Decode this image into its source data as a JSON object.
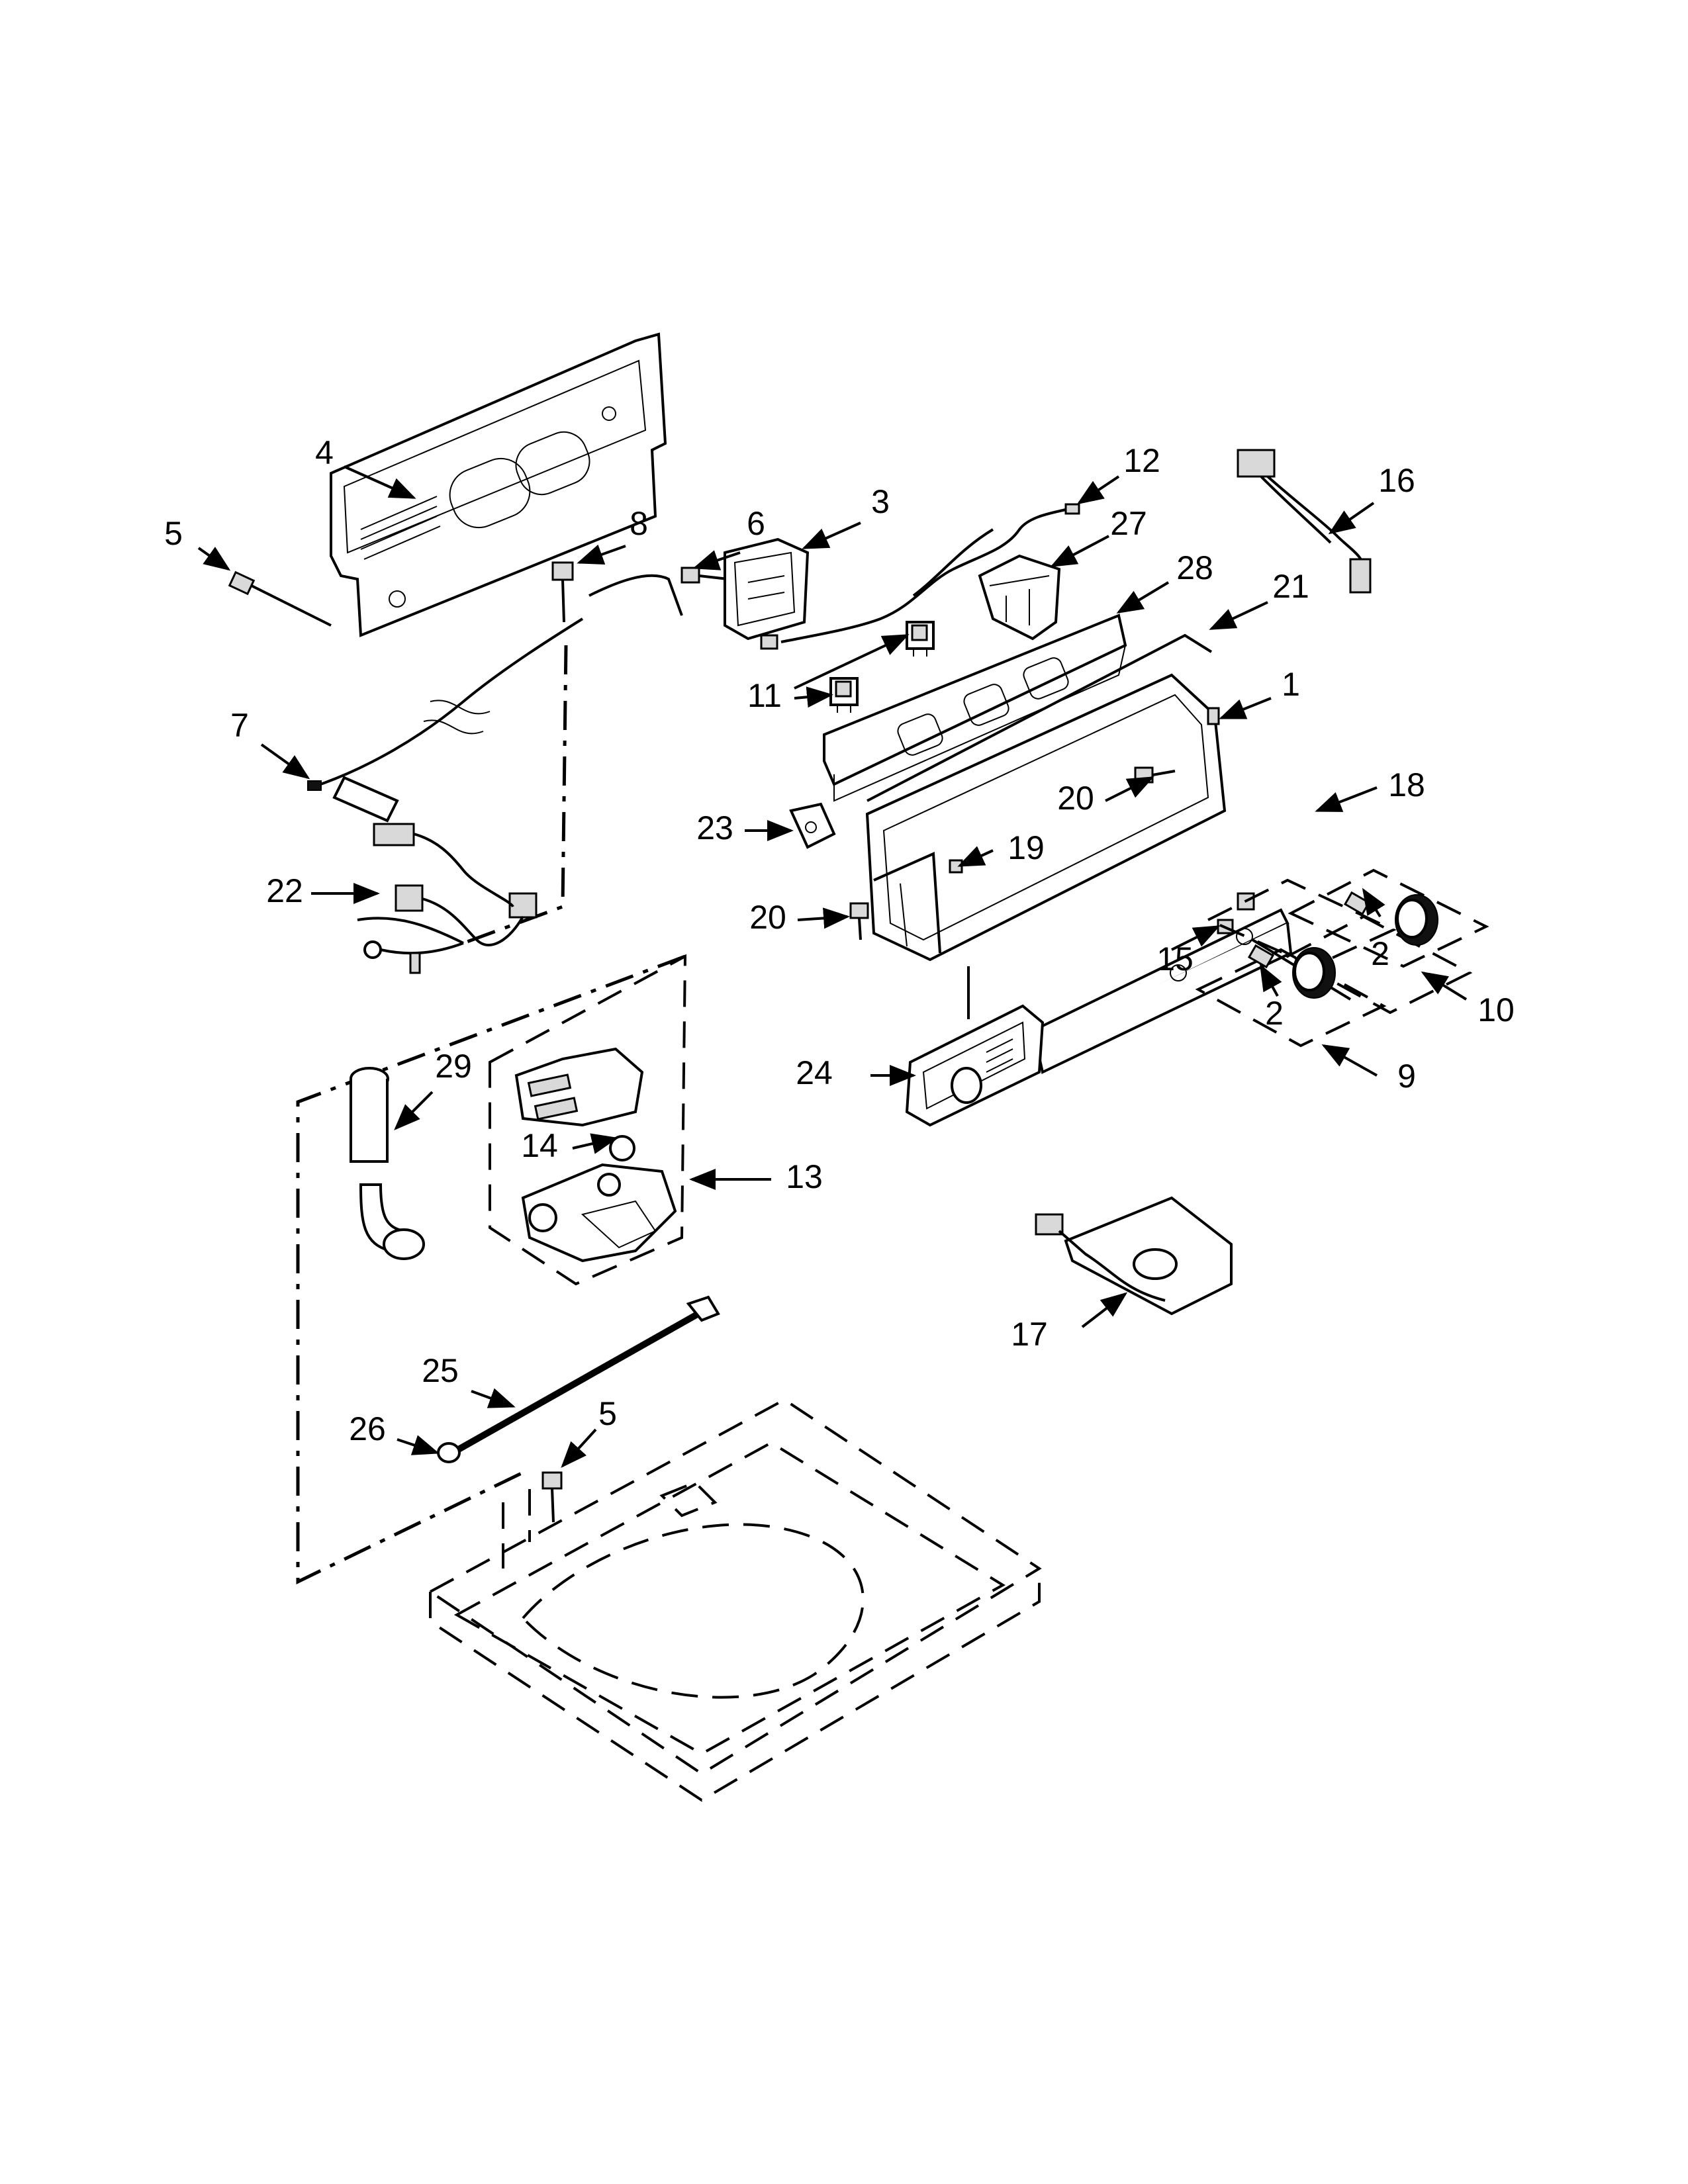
{
  "diagram": {
    "callouts": [
      {
        "text": "4"
      },
      {
        "text": "5"
      },
      {
        "text": "8"
      },
      {
        "text": "6"
      },
      {
        "text": "3"
      },
      {
        "text": "12"
      },
      {
        "text": "27"
      },
      {
        "text": "16"
      },
      {
        "text": "28"
      },
      {
        "text": "21"
      },
      {
        "text": "11"
      },
      {
        "text": "1"
      },
      {
        "text": "7"
      },
      {
        "text": "20"
      },
      {
        "text": "18"
      },
      {
        "text": "23"
      },
      {
        "text": "19"
      },
      {
        "text": "22"
      },
      {
        "text": "20"
      },
      {
        "text": "15"
      },
      {
        "text": "2"
      },
      {
        "text": "10"
      },
      {
        "text": "2"
      },
      {
        "text": "9"
      },
      {
        "text": "29"
      },
      {
        "text": "24"
      },
      {
        "text": "14"
      },
      {
        "text": "13"
      },
      {
        "text": "17"
      },
      {
        "text": "25"
      },
      {
        "text": "5"
      },
      {
        "text": "26"
      }
    ]
  }
}
